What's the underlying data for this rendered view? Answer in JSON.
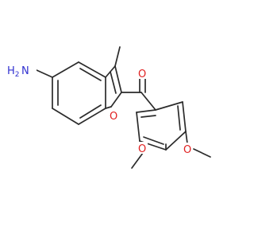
{
  "molecule": {
    "labels": {
      "amine_n": "N",
      "amine_h2": "H",
      "amine_h2_sub": "2",
      "carbonyl_o": "O",
      "furan_o": "O",
      "methoxy_o_left": "O",
      "methoxy_o_right": "O"
    },
    "colors": {
      "bond": "#2b2b2b",
      "nitrogen": "#3030d0",
      "oxygen": "#e02020"
    }
  }
}
